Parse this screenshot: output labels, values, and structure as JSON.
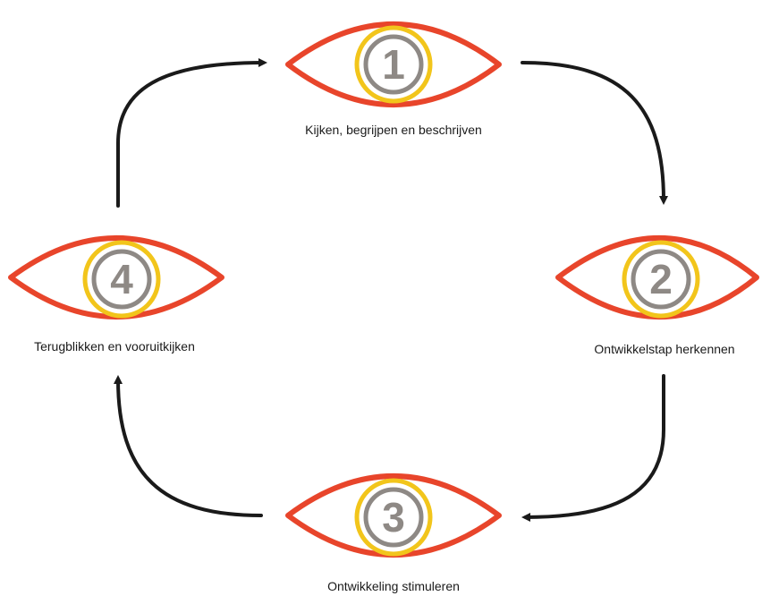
{
  "diagram": {
    "colors": {
      "eye_outline": "#e8452b",
      "ring_outer": "#f2c51b",
      "ring_inner": "#8e8985",
      "number": "#8e8985",
      "arrow": "#1a1a1a",
      "label": "#1a1a1a"
    },
    "steps": [
      {
        "number": "1",
        "label": "Kijken, begrijpen en beschrijven"
      },
      {
        "number": "2",
        "label": "Ontwikkelstap herkennen"
      },
      {
        "number": "3",
        "label": "Ontwikkeling stimuleren"
      },
      {
        "number": "4",
        "label": "Terugblikken en vooruitkijken"
      }
    ],
    "flow": [
      "1",
      "2",
      "3",
      "4",
      "1"
    ]
  }
}
